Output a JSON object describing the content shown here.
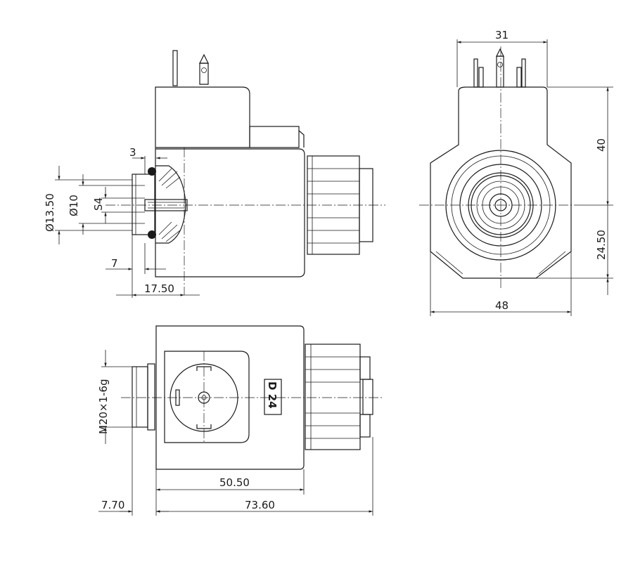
{
  "dimensions": {
    "side_view": {
      "flange_step": "3",
      "outer_diameter": "Ø13.50",
      "inner_diameter": "Ø10",
      "thread_s4": "S4",
      "shoulder": "7",
      "overall_depth": "17.50"
    },
    "front_view": {
      "connector_width": "31",
      "upper_height": "40",
      "lower_height": "24.50",
      "body_width": "48"
    },
    "bottom_view": {
      "thread_spec": "M20×1-6g",
      "coil_length": "50.50",
      "thread_length": "7.70",
      "overall_length": "73.60",
      "coil_label": "D 24"
    }
  }
}
